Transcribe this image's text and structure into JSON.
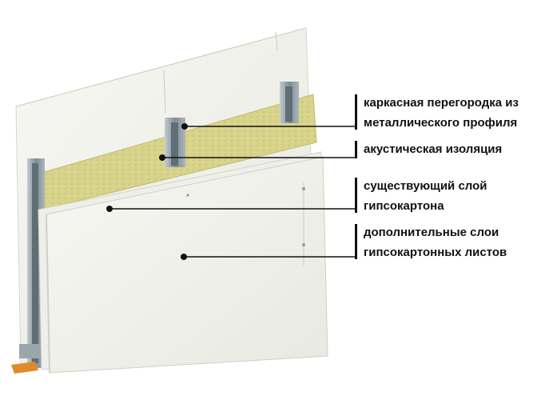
{
  "callouts": [
    {
      "lines": [
        "каркасная перегородка из",
        "металлического профиля"
      ]
    },
    {
      "lines": [
        "акустическая изоляция"
      ]
    },
    {
      "lines": [
        "существующий слой",
        "гипсокартона"
      ]
    },
    {
      "lines": [
        "дополнительные слои",
        "гипсокартонных листов"
      ]
    }
  ],
  "colors": {
    "drywall": "#f1f1ec",
    "drywall_edge": "#d9d9d2",
    "insulation": "#d8d38a",
    "metal": "#8f9ca3",
    "base_strip": "#e08a2b",
    "leader": "#111111"
  }
}
